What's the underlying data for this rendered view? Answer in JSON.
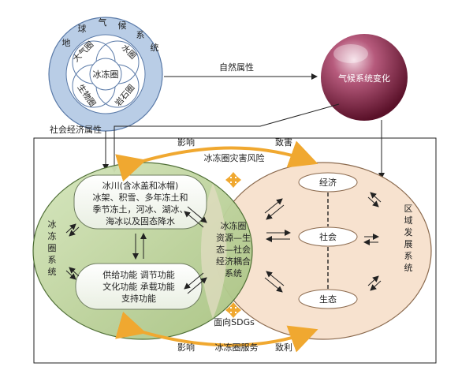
{
  "earth_system": {
    "arc_chars": [
      "地",
      "球",
      "气",
      "候",
      "系",
      "统"
    ],
    "center": "冰冻圈",
    "petals": {
      "top_left": "大气圈",
      "top_right": "水圈",
      "bottom_left": "生物圈",
      "bottom_right": "岩石圈"
    }
  },
  "climate_change": "气候系统变化",
  "natural_attr": "自然属性",
  "socio_attr": "社会经济属性",
  "top_flow": {
    "left": "影响",
    "right": "致害",
    "center": "冰冻圈灾害风险"
  },
  "bottom_flow": {
    "left": "影响",
    "right": "致利",
    "top": "面向SDGs",
    "bottom": "冰冻圈服务"
  },
  "cryosphere_system": {
    "label_chars": [
      "冰",
      "冻",
      "圈",
      "系",
      "统"
    ],
    "elements_box": [
      "冰川(含冰盖和冰帽)",
      "冰架、积雪、多年冻土和",
      "季节冻土，河冰、湖冰、",
      "海冰以及固态降水"
    ],
    "functions_box": [
      "供给功能 调节功能",
      "文化功能 承载功能",
      "支持功能"
    ]
  },
  "coupling": [
    "冰冻圈",
    "资源—生",
    "态—社会",
    "经济耦合",
    "系统"
  ],
  "regional_system": {
    "label_chars": [
      "区",
      "域",
      "发",
      "展",
      "系",
      "统"
    ],
    "nodes": {
      "economy": "经济",
      "society": "社会",
      "ecology": "生态"
    }
  },
  "colors": {
    "earth_blue": "#b9cde6",
    "climate_ball": "#8a2a4a",
    "cryo_green": "#c5d9a8",
    "region_peach": "#f7e2cf",
    "arrow_orange": "#f0a830"
  }
}
